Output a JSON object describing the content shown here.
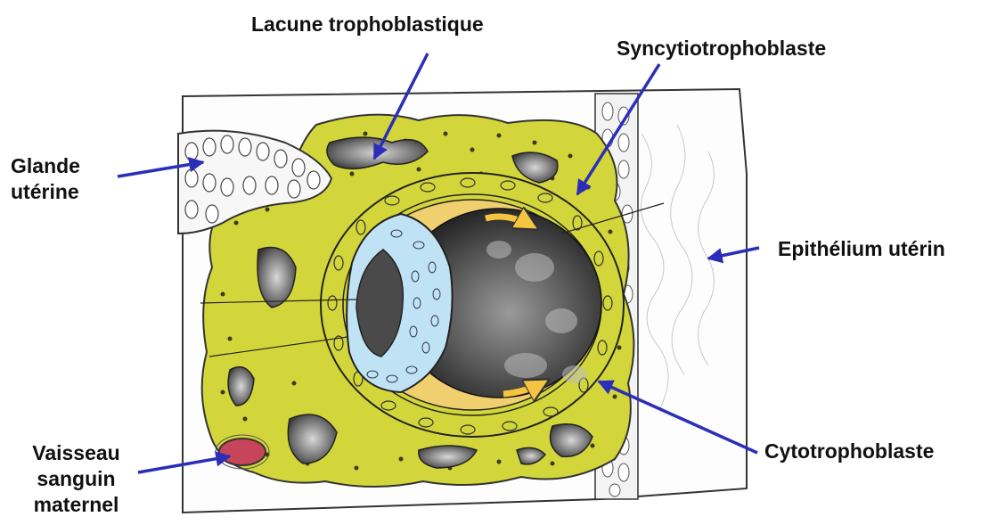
{
  "labels": {
    "lacune": "Lacune trophoblastique",
    "syncytio": "Syncytiotrophoblaste",
    "glande_1": "Glande",
    "glande_2": "utérine",
    "epithelium": "Epithélium utérin",
    "cyto": "Cytotrophoblaste",
    "vaisseau_1": "Vaisseau",
    "vaisseau_2": "sanguin",
    "vaisseau_3": "maternel"
  },
  "colors": {
    "syncytium": "#d3d63a",
    "cytotrophoblast_inner": "#f0cf6e",
    "epiblast_blue": "#bfe3f5",
    "cavity_dark": "#3c3c3c",
    "lacuna": "#5a5a5a",
    "vessel": "#c8445a",
    "arrow_blue": "#2b2fb8",
    "arrow_orange": "#f5c542",
    "outline": "#222222"
  },
  "icons": {
    "pointer": "arrow-icon",
    "flow": "curved-arrow-icon"
  }
}
